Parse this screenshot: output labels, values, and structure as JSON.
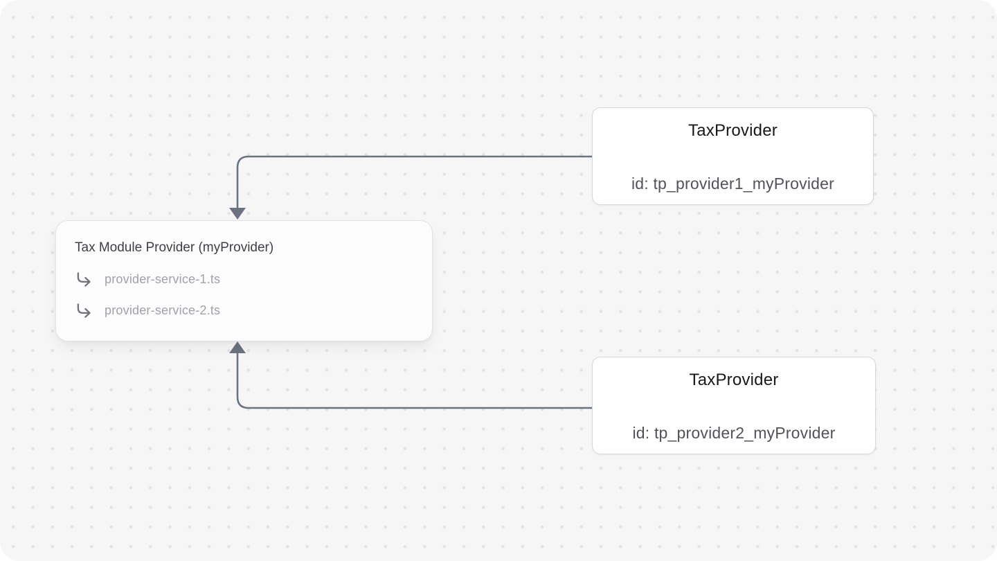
{
  "colors": {
    "canvas_bg": "#f6f6f7",
    "dot": "#e3e3e6",
    "connector": "#6b7280",
    "node_bg": "#ffffff",
    "node_border": "#d6d6db",
    "module_bg": "#fcfcfc",
    "module_border": "#e4e4e7",
    "title_text": "#18181b",
    "id_text": "#52525b",
    "module_title_text": "#3f3f46",
    "service_text": "#a1a1aa",
    "icon": "#71717a"
  },
  "nodes": {
    "provider1": {
      "title": "TaxProvider",
      "id_label": "id: tp_provider1_myProvider"
    },
    "provider2": {
      "title": "TaxProvider",
      "id_label": "id: tp_provider2_myProvider"
    },
    "module": {
      "title": "Tax Module Provider (myProvider)",
      "services": [
        {
          "label": "provider-service-1.ts"
        },
        {
          "label": "provider-service-2.ts"
        }
      ]
    }
  }
}
